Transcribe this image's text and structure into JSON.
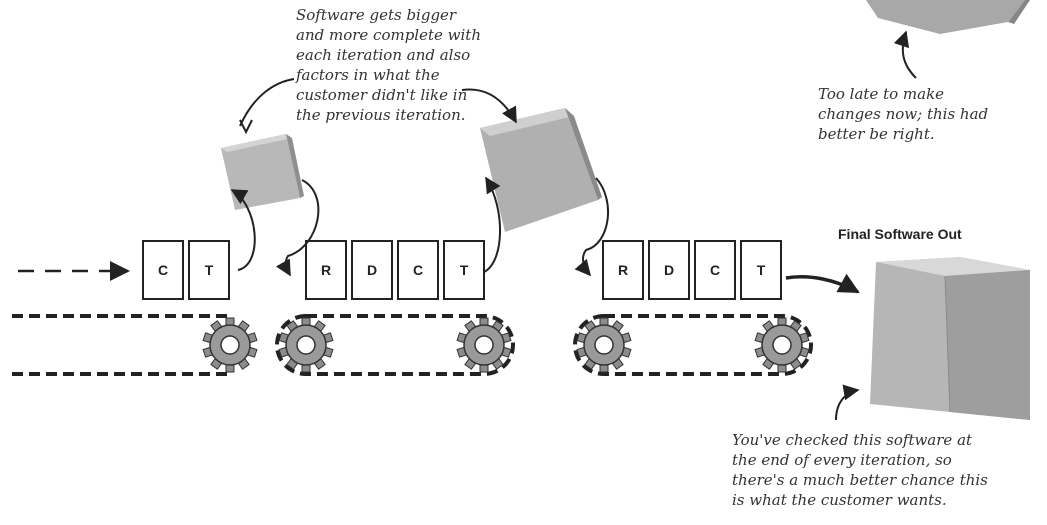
{
  "notes": {
    "growth": [
      "Software gets bigger",
      "and more complete with",
      "each iteration and also",
      "factors in what the",
      "customer didn't like in",
      "the previous iteration."
    ],
    "too_late": [
      "Too late to make",
      "changes now; this had",
      "better be right."
    ],
    "checked": [
      "You've checked this software at",
      "the end of every iteration, so",
      "there's a much better chance this",
      "is what the customer wants."
    ]
  },
  "final_label": "Final Software Out",
  "pipeline": [
    {
      "boxes": [
        "C",
        "T"
      ]
    },
    {
      "boxes": [
        "R",
        "D",
        "C",
        "T"
      ]
    },
    {
      "boxes": [
        "R",
        "D",
        "C",
        "T"
      ]
    }
  ]
}
